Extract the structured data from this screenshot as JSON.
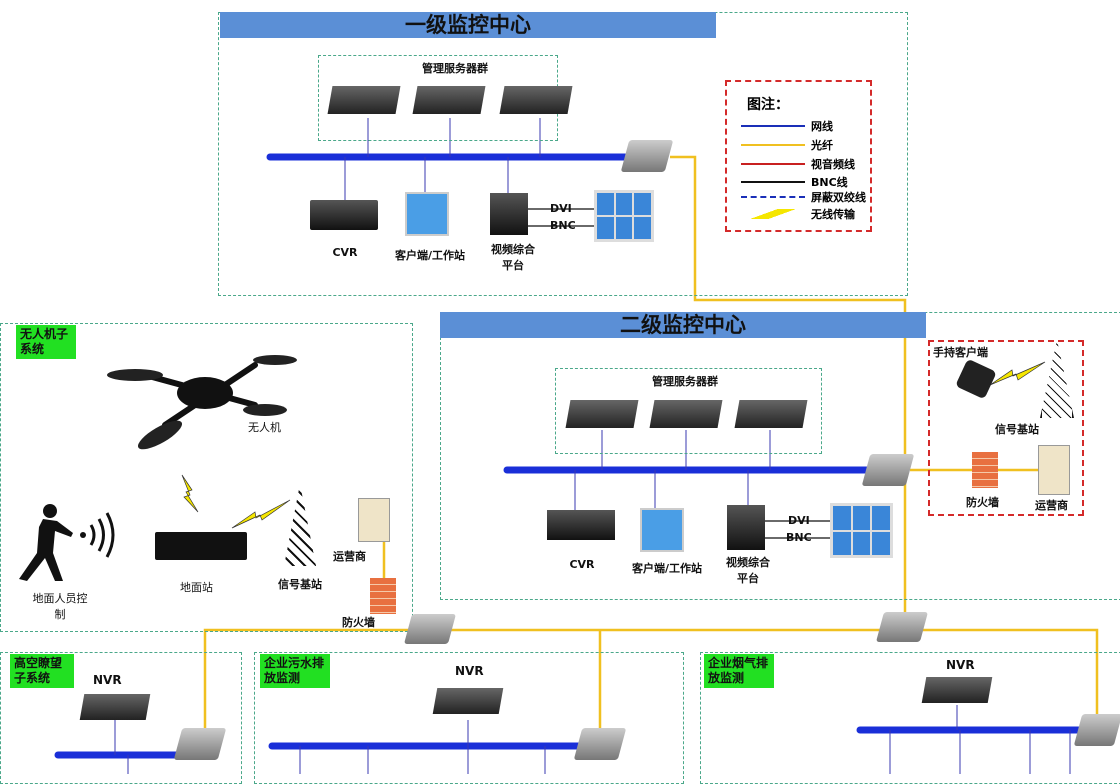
{
  "level1": {
    "title": "一级监控中心",
    "server_group": "管理服务器群",
    "cvr": "CVR",
    "client": "客户端/工作站",
    "platform": "视频综合平台",
    "dvi": "DVI",
    "bnc": "BNC"
  },
  "level2": {
    "title": "二级监控中心",
    "server_group": "管理服务器群",
    "cvr": "CVR",
    "client": "客户端/工作站",
    "platform": "视频综合平台",
    "dvi": "DVI",
    "bnc": "BNC"
  },
  "legend": {
    "title": "图注：",
    "items": [
      {
        "label": "网线",
        "color": "#1a2fb8",
        "style": "solid"
      },
      {
        "label": "光纤",
        "color": "#f0c020",
        "style": "solid"
      },
      {
        "label": "视音频线",
        "color": "#c82020",
        "style": "solid"
      },
      {
        "label": "BNC线",
        "color": "#111111",
        "style": "solid"
      },
      {
        "label": "屏蔽双绞线",
        "color": "#1a2fb8",
        "style": "dashdot"
      },
      {
        "label": "无线传输",
        "color": "#f5e600",
        "style": "lightning"
      }
    ]
  },
  "handheld": {
    "client": "手持客户端",
    "tower": "信号基站",
    "firewall": "防火墙",
    "operator": "运营商"
  },
  "uav": {
    "label": "无人机子系统",
    "drone": "无人机",
    "person": "地面人员控制",
    "ground_station": "地面站",
    "tower": "信号基站",
    "operator": "运营商",
    "firewall": "防火墙"
  },
  "sub1": {
    "label": "高空瞭望子系统",
    "nvr": "NVR"
  },
  "sub2": {
    "label": "企业污水排放监测",
    "nvr": "NVR"
  },
  "sub3": {
    "label": "企业烟气排放监测",
    "nvr": "NVR"
  }
}
